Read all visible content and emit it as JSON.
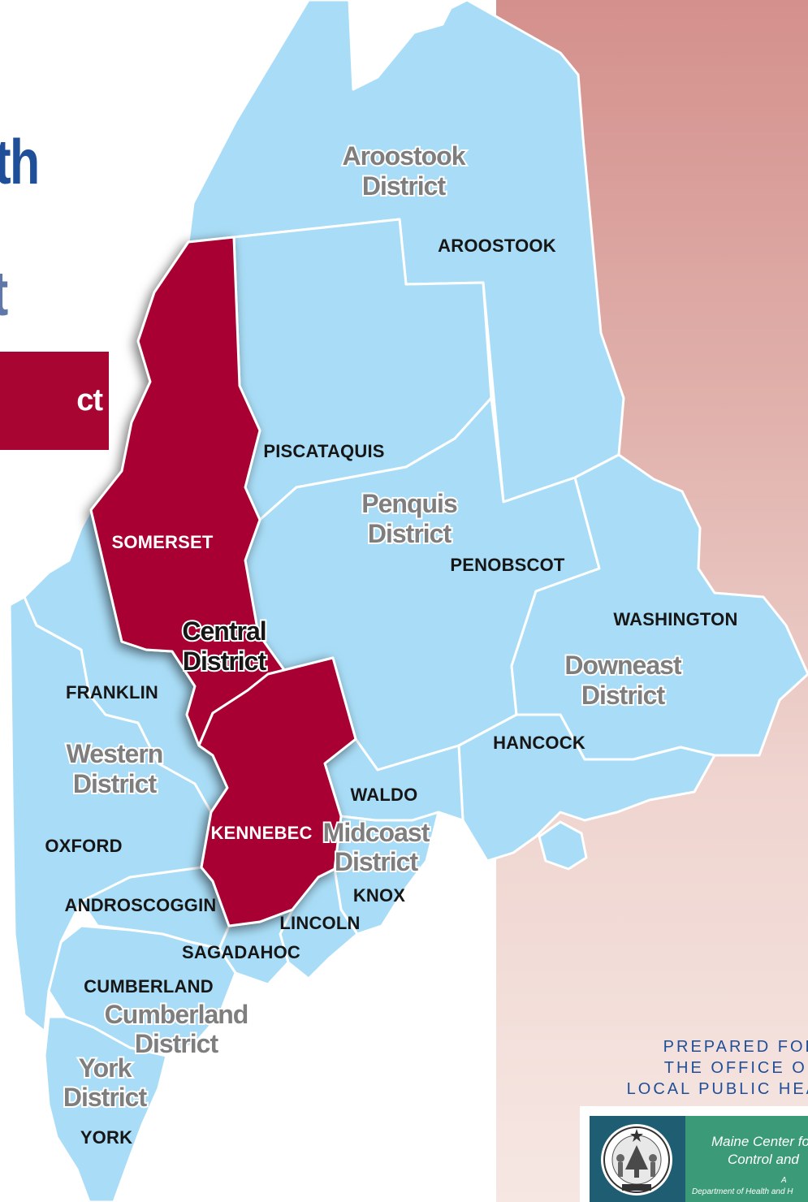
{
  "page": {
    "title_line_1": "lth",
    "title_line_2": "t",
    "district_banner": "ct"
  },
  "colors": {
    "county_fill": "#a9ddf7",
    "selected_district_fill": "#a80533",
    "title_dark_blue": "#1f4f98",
    "title_light_blue": "#6077a9",
    "background_gradient_top": "#d4908c",
    "background_gradient_bottom": "#f6e7e3",
    "district_label_gray": "#7e7e7e"
  },
  "map": {
    "selected_district": "Central District",
    "districts": [
      {
        "id": "aroostook",
        "line1": "Aroostook",
        "line2": "District"
      },
      {
        "id": "penquis",
        "line1": "Penquis",
        "line2": "District"
      },
      {
        "id": "central",
        "line1": "Central",
        "line2": "District"
      },
      {
        "id": "downeast",
        "line1": "Downeast",
        "line2": "District"
      },
      {
        "id": "western",
        "line1": "Western",
        "line2": "District"
      },
      {
        "id": "midcoast",
        "line1": "Midcoast",
        "line2": "District"
      },
      {
        "id": "cumberland",
        "line1": "Cumberland",
        "line2": "District"
      },
      {
        "id": "york",
        "line1": "York",
        "line2": "District"
      }
    ],
    "counties": {
      "aroostook": "AROOSTOOK",
      "piscataquis": "PISCATAQUIS",
      "penobscot": "PENOBSCOT",
      "somerset": "SOMERSET",
      "washington": "WASHINGTON",
      "franklin": "FRANKLIN",
      "hancock": "HANCOCK",
      "waldo": "WALDO",
      "kennebec": "KENNEBEC",
      "oxford": "OXFORD",
      "knox": "KNOX",
      "androscoggin": "ANDROSCOGGIN",
      "lincoln": "LINCOLN",
      "sagadahoc": "SAGADAHOC",
      "cumberland": "CUMBERLAND",
      "york": "YORK"
    }
  },
  "footer": {
    "prepared_line_1": "PREPARED FOR",
    "prepared_line_2": "THE OFFICE OF",
    "prepared_line_3": "LOCAL PUBLIC HEA",
    "logo_line_1": "Maine Center fo",
    "logo_line_2": "Control and",
    "logo_line_3": "A",
    "logo_line_4": "Department of Health and H",
    "seal_icon": "maine-state-seal-icon"
  }
}
